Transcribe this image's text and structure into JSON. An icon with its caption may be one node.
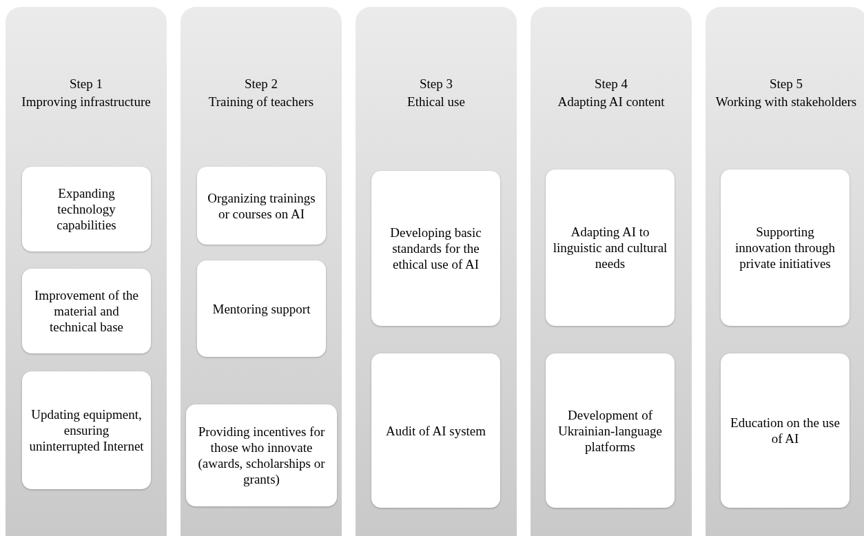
{
  "diagram": {
    "nodes": [
      {
        "text": [
          "Step 1",
          "Improving infrastructure"
        ]
      },
      {
        "text": [
          "Expanding technology capabilities"
        ],
        "in": 0
      },
      {
        "text": [
          "Improvement of the material and technical base"
        ],
        "in": 0
      },
      {
        "text": [
          "Updating equipment, ensuring uninterrupted Internet"
        ],
        "in": 0
      },
      {
        "text": [
          "Step 2",
          "Training of teachers"
        ]
      },
      {
        "text": [
          "Organizing trainings or courses on AI"
        ],
        "in": 4
      },
      {
        "text": [
          "Mentoring support"
        ],
        "in": 4
      },
      {
        "text": [
          "Providing incentives for those who innovate (awards, scholarships or grants)"
        ],
        "in": 4
      },
      {
        "text": [
          "Step 3",
          "Ethical use"
        ]
      },
      {
        "text": [
          "Developing basic standards for the ethical use of AI"
        ],
        "in": 8
      },
      {
        "text": [
          "Audit of AI system"
        ],
        "in": 8
      },
      {
        "text": [
          "Step 4",
          "Adapting AI content"
        ]
      },
      {
        "text": [
          "Adapting AI to linguistic and cultural needs"
        ],
        "in": 11
      },
      {
        "text": [
          "Development of Ukrainian-language platforms"
        ],
        "in": 11
      },
      {
        "text": [
          "Step 5",
          "Working with stakeholders"
        ]
      },
      {
        "text": [
          "Supporting innovation through private initiatives"
        ],
        "in": 14
      },
      {
        "text": [
          "Education on the use of AI"
        ],
        "in": 14
      }
    ]
  }
}
